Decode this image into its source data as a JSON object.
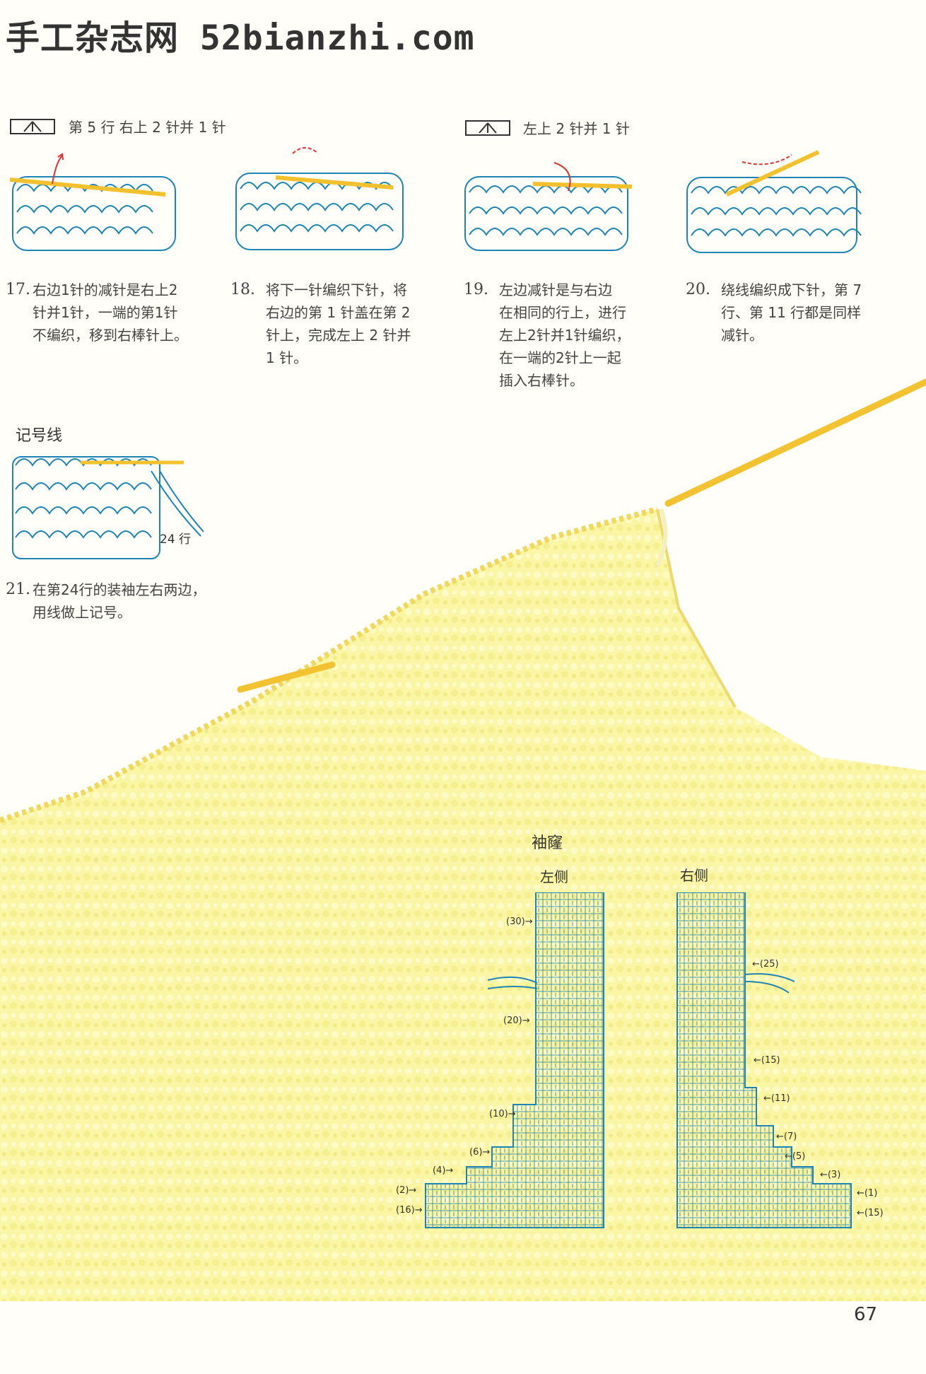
{
  "header": {
    "site_title": "手工杂志网 52bianzhi.com"
  },
  "symbols": {
    "right": {
      "label": "第 5 行  右上 2 针并 1 针"
    },
    "left": {
      "label": "左上 2 针并 1 针"
    }
  },
  "steps": [
    {
      "num": "17.",
      "lines": [
        "右边1针的减针是右上2",
        "针并1针，一端的第1针",
        "不编织，移到右棒针上。"
      ]
    },
    {
      "num": "18.",
      "lines": [
        "将下一针编织下针，将",
        "右边的第 1 针盖在第 2",
        "针上，完成左上 2 针并",
        "1 针。"
      ]
    },
    {
      "num": "19.",
      "lines": [
        "左边减针是与右边",
        "在相同的行上，进行",
        "左上2针并1针编织，",
        "在一端的2针上一起",
        "插入右棒针。"
      ]
    },
    {
      "num": "20.",
      "lines": [
        "绕线编织成下针，第 7",
        "行、第 11 行都是同样",
        "减针。"
      ]
    },
    {
      "num": "21.",
      "lines": [
        "在第24行的装袖左右两边，",
        "用线做上记号。"
      ]
    }
  ],
  "marker": {
    "heading": "记号线",
    "row_label": "24 行"
  },
  "sleeve_chart": {
    "heading": "袖窿",
    "left_label": "左侧",
    "right_label": "右侧",
    "left_marks": [
      "30",
      "20",
      "10",
      "6",
      "4",
      "2",
      "16"
    ],
    "right_marks": [
      "25",
      "15",
      "11",
      "7",
      "5",
      "3",
      "1",
      "15"
    ]
  },
  "page_number": "67",
  "colors": {
    "yarn": "#f9f29a",
    "chart_line": "#1d84b5",
    "red_arrow": "#e03030",
    "needle": "#f3c12e"
  }
}
